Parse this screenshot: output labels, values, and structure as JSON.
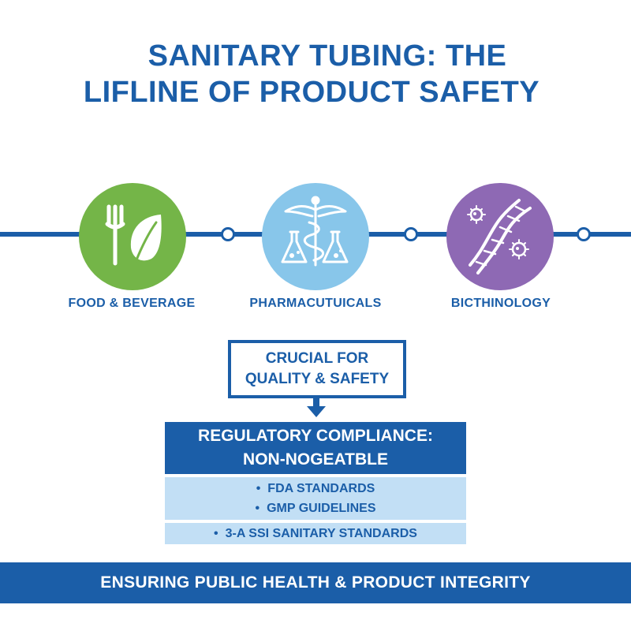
{
  "title": {
    "line1": "SANITARY TUBING: THE",
    "line2": "LIFLINE OF PRODUCT SAFETY"
  },
  "categories": [
    {
      "label": "FOOD & BEVERAGE",
      "color": "#74b548",
      "icon": "fork-leaf-icon"
    },
    {
      "label": "PHARMACUTUICALS",
      "color": "#88c6ea",
      "icon": "caduceus-flask-icon"
    },
    {
      "label": "BICTHINOLOGY",
      "color": "#8e69b4",
      "icon": "dna-microbe-icon"
    }
  ],
  "callout": {
    "line1": "CRUCIAL FOR",
    "line2": "QUALITY & SAFETY"
  },
  "regulatory": {
    "line1": "REGULATORY COMPLIANCE:",
    "line2": "NON-NOGEATBLE"
  },
  "standards": {
    "bullet": "•",
    "items": [
      "FDA STANDARDS",
      "GMP GUIDELINES",
      "3-A SSI SANITARY STANDARDS"
    ]
  },
  "footer": "ENSURING PUBLIC HEALTH & PRODUCT INTEGRITY",
  "colors": {
    "primary": "#1b5ea8",
    "light": "#c2dff5",
    "food": "#74b548",
    "pharma": "#88c6ea",
    "biotech": "#8e69b4"
  }
}
